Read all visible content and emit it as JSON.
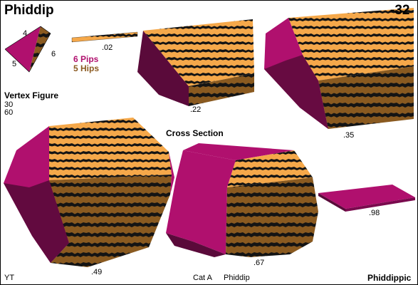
{
  "header": {
    "title": "Phiddip",
    "number": "-32"
  },
  "vertex_figure": {
    "label": "Vertex Figure",
    "edge_labels": [
      "4",
      "5",
      "6"
    ],
    "values": [
      "30",
      "60"
    ]
  },
  "legend": {
    "items": [
      {
        "label": "6 Pips",
        "color": "#b0106e"
      },
      {
        "label": "5 Hips",
        "color": "#8a5a20"
      }
    ]
  },
  "cross_section": {
    "title": "Cross Section",
    "stages": [
      ".02",
      ".22",
      ".35",
      ".49",
      ".67",
      ".98"
    ]
  },
  "footer": {
    "left": "YT",
    "category": "Cat A",
    "name": "Phiddip",
    "right": "Phiddippic"
  },
  "colors": {
    "pip_face": "#b0106e",
    "pip_dark": "#5a0a3a",
    "hip_light": "#f5a84a",
    "hip_dark": "#8a5a20",
    "stripe": "#141414"
  }
}
